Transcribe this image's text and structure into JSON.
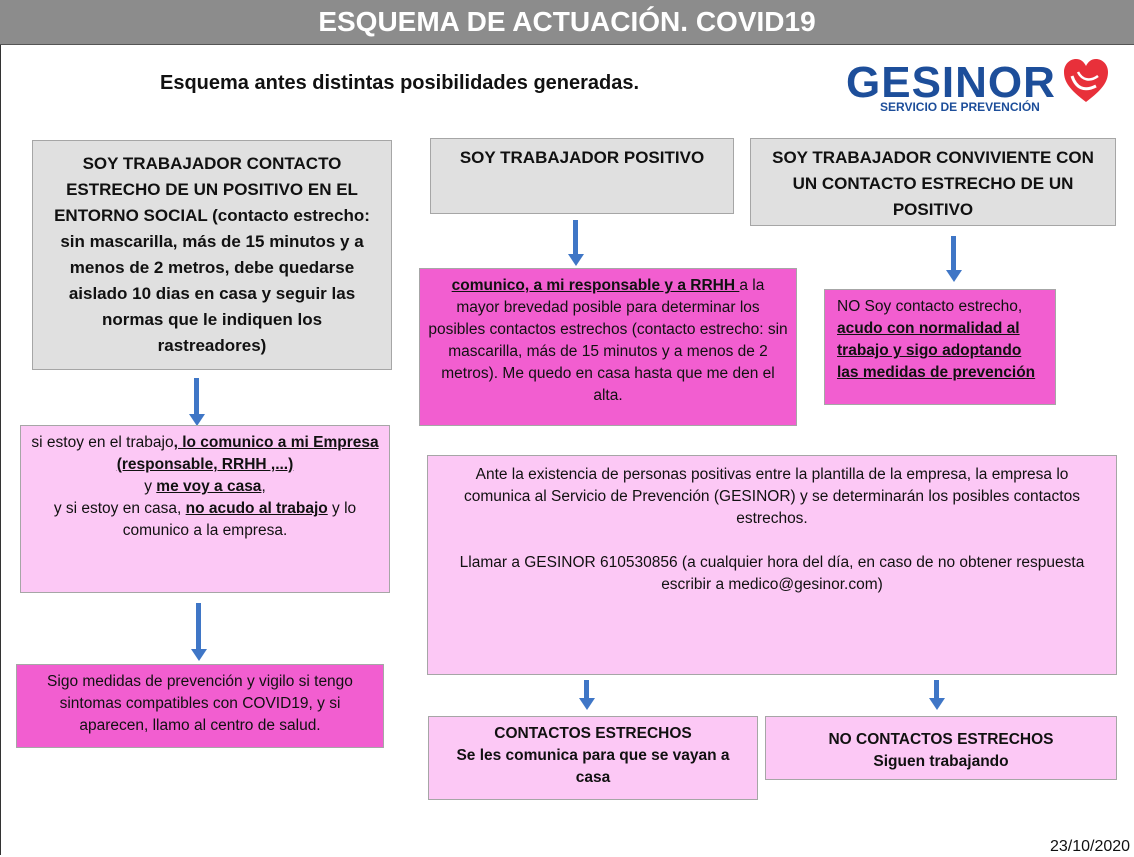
{
  "header": {
    "title": "ESQUEMA DE ACTUACIÓN. COVID19"
  },
  "subtitle": "Esquema antes distintas posibilidades generadas.",
  "logo": {
    "name": "GESINOR",
    "tagline": "SERVICIO DE PREVENCIÓN",
    "color": "#1d4e9a",
    "heart_color": "#e8303a"
  },
  "colors": {
    "gray_box": "#e0e0e0",
    "hot_pink": "#f25ed0",
    "light_pink": "#fcc8f5",
    "arrow": "#3f76c6"
  },
  "boxes": {
    "contacto_social": "SOY TRABAJADOR CONTACTO ESTRECHO DE UN POSITIVO EN EL ENTORNO SOCIAL (contacto estrecho: sin mascarilla, más de 15 minutos y a menos de 2 metros, debe quedarse aislado 10 dias en casa y seguir las normas que le indiquen los rastreadores)",
    "positivo": "SOY TRABAJADOR POSITIVO",
    "conviviente": "SOY TRABAJADOR CONVIVIENTE CON UN CONTACTO ESTRECHO DE UN POSITIVO",
    "comunico": {
      "bold": "comunico, a mi responsable y a RRHH ",
      "rest": "a la mayor brevedad posible para determinar los posibles contactos estrechos (contacto estrecho: sin mascarilla, más de 15 minutos y a menos de 2 metros). Me quedo en casa hasta que me den el alta."
    },
    "no_contacto": {
      "plain": "NO Soy contacto estrecho,",
      "bold": "acudo con normalidad al trabajo y sigo adoptando las medidas de prevención"
    },
    "si_estoy": {
      "p1": "si estoy en el trabajo",
      "b1": ", lo comunico a mi Empresa (responsable, RRHH ,...)",
      "p2": "y ",
      "b2": "me voy a casa",
      "p3": ",",
      "p4": "y si estoy en casa, ",
      "b3": "no acudo al trabajo",
      "p5": " y lo comunico a la empresa."
    },
    "sigo_medidas": "Sigo medidas de prevención y vigilo si tengo sintomas compatibles con COVID19, y si aparecen, llamo al centro de salud.",
    "ante_existencia": "Ante la existencia de personas positivas entre la plantilla de la empresa, la empresa lo comunica al Servicio de Prevención (GESINOR) y se determinarán los  posibles contactos estrechos.",
    "llamar": "Llamar a GESINOR  610530856  (a cualquier hora del día, en caso de no obtener respuesta escribir  a medico@gesinor.com)",
    "contactos_estrechos": {
      "title": "CONTACTOS ESTRECHOS",
      "body": "Se les comunica para que se vayan a casa"
    },
    "no_contactos_estrechos": {
      "title": "NO CONTACTOS ESTRECHOS",
      "body": "Siguen trabajando"
    }
  },
  "date": "23/10/2020"
}
